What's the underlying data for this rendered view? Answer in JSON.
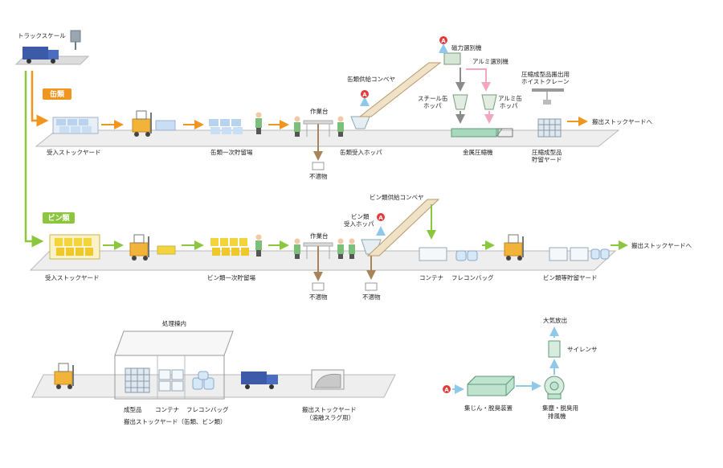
{
  "labels": {
    "truck_scale": "トラックスケール",
    "can_tag": "缶類",
    "bottle_tag": "ビン類",
    "can_receiving_yard": "受入ストックヤード",
    "can_temp_storage": "缶類一次貯留場",
    "can_workbench": "作業台",
    "can_reject": "不適物",
    "can_receiving_hopper": "缶類受入ホッパ",
    "can_supply_conveyor": "缶類供給コンベヤ",
    "magnetic_separator": "磁力選別機",
    "aluminum_separator": "アルミ選別機",
    "steel_can_hopper_1": "スチール缶",
    "steel_can_hopper_2": "ホッパ",
    "aluminum_can_hopper_1": "アルミ缶",
    "aluminum_can_hopper_2": "ホッパ",
    "metal_compactor": "金属圧縮機",
    "hoist_crane_1": "圧縮成型品搬出用",
    "hoist_crane_2": "ホイストクレーン",
    "compressed_yard_1": "圧縮成型品",
    "compressed_yard_2": "貯留ヤード",
    "to_outbound_yard_can": "搬出ストックヤードへ",
    "bottle_receiving_yard": "受入ストックヤード",
    "bottle_temp_storage": "ビン類一次貯留場",
    "bottle_workbench": "作業台",
    "bottle_reject_1": "不適物",
    "bottle_reject_2": "不適物",
    "bottle_hopper_1": "ビン類",
    "bottle_hopper_2": "受入ホッパ",
    "bottle_supply_conveyor": "ビン類供給コンベヤ",
    "container": "コンテナ",
    "flexible_bag": "フレコンバッグ",
    "bottle_storage_yard": "ビン類等貯留ヤード",
    "to_outbound_yard_bottle": "搬出ストックヤードへ",
    "processing_building": "処理棟内",
    "molded_product": "成型品",
    "container_2": "コンテナ",
    "flexible_bag_2": "フレコンバッグ",
    "outbound_yard_cans_bottles": "搬出ストックヤード（缶類、ビン類）",
    "outbound_yard_slag_1": "搬出ストックヤード",
    "outbound_yard_slag_2": "（溶融スラグ用）",
    "dust_deodorizer": "集じん・脱臭装置",
    "exhaust_fan_1": "集塵・脱臭用",
    "exhaust_fan_2": "排風機",
    "silencer": "サイレンサ",
    "atmospheric_release": "大気放出",
    "marker_a": "A"
  },
  "colors": {
    "orange_flow": "#f0961e",
    "green_flow": "#8cc63f",
    "brown_flow": "#a8845a",
    "pink_flow": "#f4a6c0",
    "blue_flow": "#8fc8e8",
    "gray_flow": "#8a8a8a",
    "marker_red": "#e33b3b",
    "platform": "#eeeeee",
    "platform_edge": "#b8b8b8"
  }
}
